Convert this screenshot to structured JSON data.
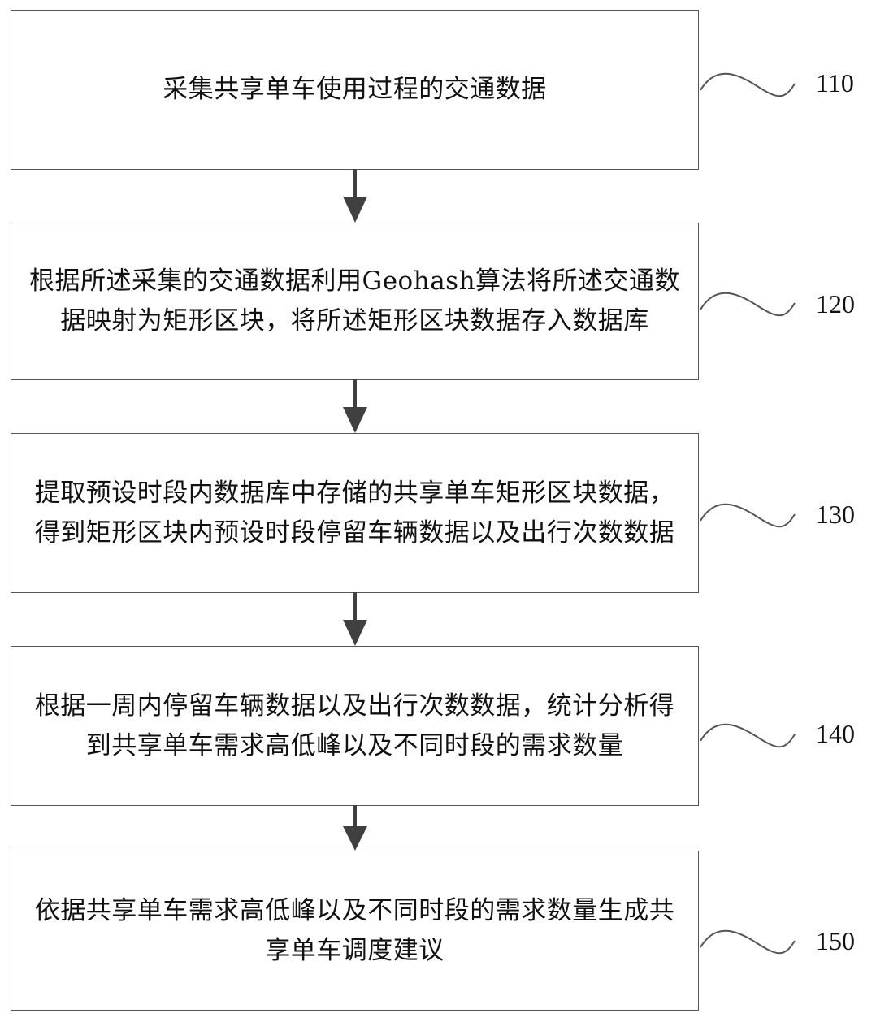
{
  "flowchart": {
    "steps": [
      {
        "id": "110",
        "text": "采集共享单车使用过程的交通数据"
      },
      {
        "id": "120",
        "text": "根据所述采集的交通数据利用Geohash算法将所述交通数据映射为矩形区块，将所述矩形区块数据存入数据库"
      },
      {
        "id": "130",
        "text": "提取预设时段内数据库中存储的共享单车矩形区块数据，得到矩形区块内预设时段停留车辆数据以及出行次数数据"
      },
      {
        "id": "140",
        "text": "根据一周内停留车辆数据以及出行次数数据，统计分析得到共享单车需求高低峰以及不同时段的需求数量"
      },
      {
        "id": "150",
        "text": "依据共享单车需求高低峰以及不同时段的需求数量生成共享单车调度建议"
      }
    ],
    "colors": {
      "border": "#555555",
      "arrow": "#404040",
      "text": "#111111"
    }
  }
}
